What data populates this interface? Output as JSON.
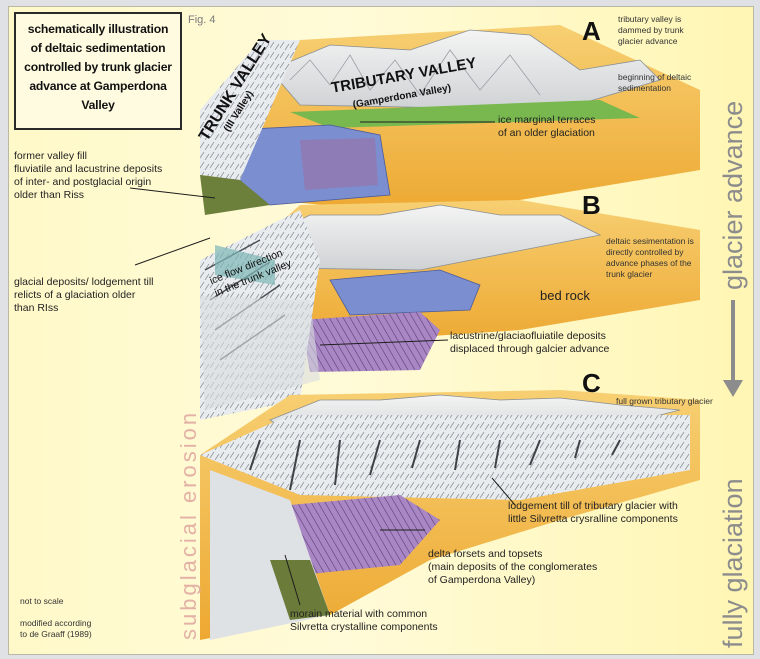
{
  "title_lines": [
    "schematically illustration",
    "of deltaic sedimentation",
    "controlled by trunk glacier",
    "advance at Gamperdona Valley"
  ],
  "figure_label": "Fig. 4",
  "panels": {
    "a": {
      "letter": "A",
      "note_lines": [
        "tributary valley is",
        "dammed by trunk",
        "glacier advance"
      ],
      "note2_lines": [
        "beginning of deltaic",
        "sedimentation"
      ]
    },
    "b": {
      "letter": "B",
      "note_lines": [
        "deltaic sesimentation is",
        "directly controlled by",
        "advance phases of the",
        "trunk glacier"
      ]
    },
    "c": {
      "letter": "C",
      "note": "full grown tributary glacier"
    }
  },
  "valley_labels": {
    "trunk": "TRUNK VALLEY",
    "trunk_sub": "(Ill Valley)",
    "tributary": "TRIBUTARY VALLEY",
    "tributary_sub": "(Gamperdona Valley)"
  },
  "annotations": {
    "ice_terraces_lines": [
      "ice marginal terraces",
      "of an older glaciation"
    ],
    "former_fill_lines": [
      "former valley fill",
      "fluviatile and lacustrine deposits",
      "of inter- and postglacial origin",
      "older than Riss"
    ],
    "glacial_deposits_lines": [
      "glacial deposits/ lodgement till",
      "relicts of a glaciation older",
      "than RIss"
    ],
    "bed_rock": "bed rock",
    "ice_flow_lines": [
      "ice flow direction",
      "in the trunk valley"
    ],
    "lacustrine_lines": [
      "lacustrine/glaciaofluiatile deposits",
      "displaced through galcier advance"
    ],
    "lodgement_lines": [
      "lodgement till of tributary glacier with",
      "little Silvretta crysralline components"
    ],
    "delta_lines": [
      "delta forsets and topsets",
      "(main deposits of the conglomerates",
      "of Gamperdona Valley)"
    ],
    "morain_lines": [
      "morain material with common",
      "Silvretta crystalline components"
    ]
  },
  "footer": {
    "not_to_scale": "not to scale",
    "modified_lines": [
      "modified according",
      "to de Graaff (1989)"
    ]
  },
  "side_labels": {
    "subglacial": "subglacial erosion",
    "glacier_advance": "glacier advance",
    "fully_glaciation": "fully glaciation"
  },
  "colors": {
    "accent_text": "#8c8c8c",
    "bedrock": "#f4b640",
    "lake": "#7b8ed0",
    "lacustrine_purple": "#9b7bb8",
    "green_terrace": "#6fb04a",
    "erosion_pink": "#e8bcb0"
  }
}
